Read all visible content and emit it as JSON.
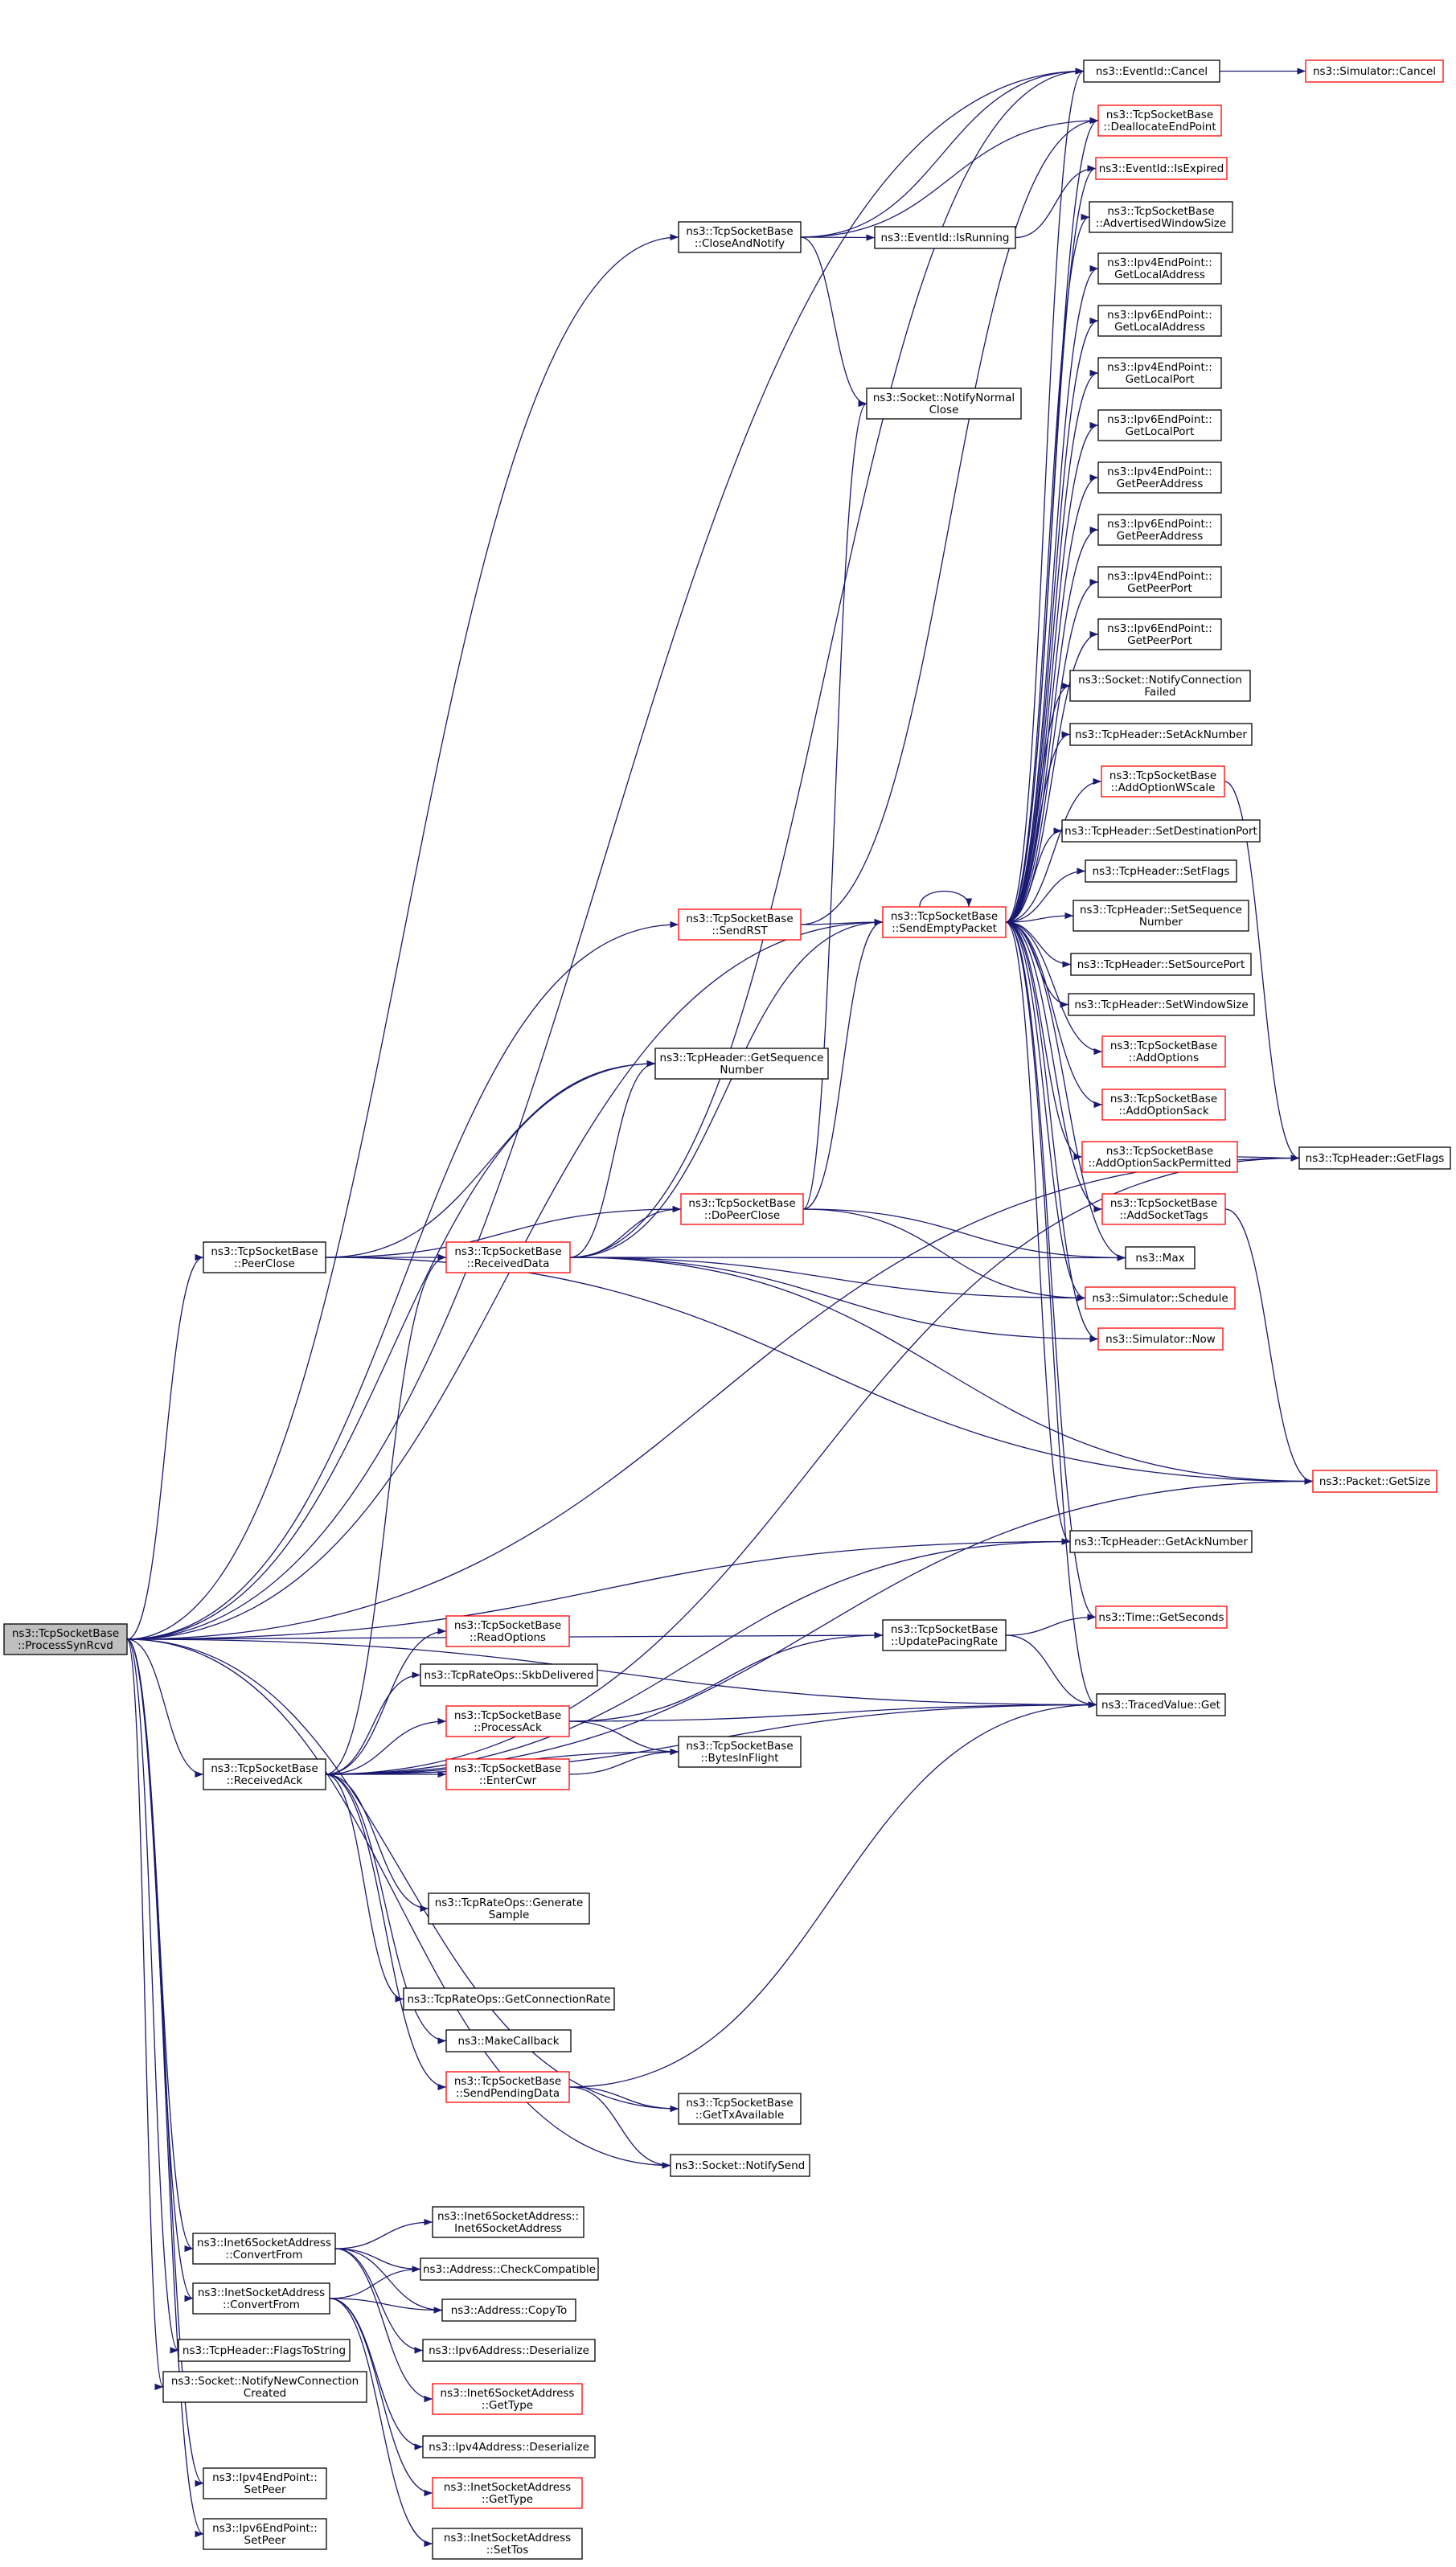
{
  "graph": {
    "title": "",
    "colors": {
      "edge": "#191970",
      "node_border_normal": "#000000",
      "node_border_red": "#ff0000",
      "root_fill": "#bfbfbf",
      "node_fill": "#ffffff"
    },
    "nodes": [
      {
        "id": "root",
        "lines": [
          "ns3::TcpSocketBase",
          "::ProcessSynRcvd"
        ],
        "style": "root"
      },
      {
        "id": "cancel",
        "lines": [
          "ns3::EventId::Cancel"
        ],
        "style": "normal"
      },
      {
        "id": "simcancel",
        "lines": [
          "ns3::Simulator::Cancel"
        ],
        "style": "red"
      },
      {
        "id": "dealloc",
        "lines": [
          "ns3::TcpSocketBase",
          "::DeallocateEndPoint"
        ],
        "style": "red"
      },
      {
        "id": "isexpired",
        "lines": [
          "ns3::EventId::IsExpired"
        ],
        "style": "red"
      },
      {
        "id": "closeandnotify",
        "lines": [
          "ns3::TcpSocketBase",
          "::CloseAndNotify"
        ],
        "style": "normal"
      },
      {
        "id": "isrunning",
        "lines": [
          "ns3::EventId::IsRunning"
        ],
        "style": "normal"
      },
      {
        "id": "advwin",
        "lines": [
          "ns3::TcpSocketBase",
          "::AdvertisedWindowSize"
        ],
        "style": "normal"
      },
      {
        "id": "ipv4local",
        "lines": [
          "ns3::Ipv4EndPoint::",
          "GetLocalAddress"
        ],
        "style": "normal"
      },
      {
        "id": "ipv6local",
        "lines": [
          "ns3::Ipv6EndPoint::",
          "GetLocalAddress"
        ],
        "style": "normal"
      },
      {
        "id": "ipv4lport",
        "lines": [
          "ns3::Ipv4EndPoint::",
          "GetLocalPort"
        ],
        "style": "normal"
      },
      {
        "id": "notifyclose",
        "lines": [
          "ns3::Socket::NotifyNormal",
          "Close"
        ],
        "style": "normal"
      },
      {
        "id": "ipv6lport",
        "lines": [
          "ns3::Ipv6EndPoint::",
          "GetLocalPort"
        ],
        "style": "normal"
      },
      {
        "id": "ipv4peer",
        "lines": [
          "ns3::Ipv4EndPoint::",
          "GetPeerAddress"
        ],
        "style": "normal"
      },
      {
        "id": "ipv6peer",
        "lines": [
          "ns3::Ipv6EndPoint::",
          "GetPeerAddress"
        ],
        "style": "normal"
      },
      {
        "id": "ipv4pport",
        "lines": [
          "ns3::Ipv4EndPoint::",
          "GetPeerPort"
        ],
        "style": "normal"
      },
      {
        "id": "ipv6pport",
        "lines": [
          "ns3::Ipv6EndPoint::",
          "GetPeerPort"
        ],
        "style": "normal"
      },
      {
        "id": "notifyconnfail",
        "lines": [
          "ns3::Socket::NotifyConnection",
          "Failed"
        ],
        "style": "normal"
      },
      {
        "id": "setack",
        "lines": [
          "ns3::TcpHeader::SetAckNumber"
        ],
        "style": "normal"
      },
      {
        "id": "addwscale",
        "lines": [
          "ns3::TcpSocketBase",
          "::AddOptionWScale"
        ],
        "style": "red"
      },
      {
        "id": "setdport",
        "lines": [
          "ns3::TcpHeader::SetDestinationPort"
        ],
        "style": "normal"
      },
      {
        "id": "setflags",
        "lines": [
          "ns3::TcpHeader::SetFlags"
        ],
        "style": "normal"
      },
      {
        "id": "sendrst",
        "lines": [
          "ns3::TcpSocketBase",
          "::SendRST"
        ],
        "style": "red"
      },
      {
        "id": "sendempty",
        "lines": [
          "ns3::TcpSocketBase",
          "::SendEmptyPacket"
        ],
        "style": "red"
      },
      {
        "id": "setseq",
        "lines": [
          "ns3::TcpHeader::SetSequence",
          "Number"
        ],
        "style": "normal"
      },
      {
        "id": "setsport",
        "lines": [
          "ns3::TcpHeader::SetSourcePort"
        ],
        "style": "normal"
      },
      {
        "id": "setwin",
        "lines": [
          "ns3::TcpHeader::SetWindowSize"
        ],
        "style": "normal"
      },
      {
        "id": "addoptions",
        "lines": [
          "ns3::TcpSocketBase",
          "::AddOptions"
        ],
        "style": "red"
      },
      {
        "id": "getseq",
        "lines": [
          "ns3::TcpHeader::GetSequence",
          "Number"
        ],
        "style": "normal"
      },
      {
        "id": "addsack",
        "lines": [
          "ns3::TcpSocketBase",
          "::AddOptionSack"
        ],
        "style": "red"
      },
      {
        "id": "addsackperm",
        "lines": [
          "ns3::TcpSocketBase",
          "::AddOptionSackPermitted"
        ],
        "style": "red"
      },
      {
        "id": "getflags",
        "lines": [
          "ns3::TcpHeader::GetFlags"
        ],
        "style": "normal"
      },
      {
        "id": "addtags",
        "lines": [
          "ns3::TcpSocketBase",
          "::AddSocketTags"
        ],
        "style": "red"
      },
      {
        "id": "dopeerclose",
        "lines": [
          "ns3::TcpSocketBase",
          "::DoPeerClose"
        ],
        "style": "red"
      },
      {
        "id": "peerclose",
        "lines": [
          "ns3::TcpSocketBase",
          "::PeerClose"
        ],
        "style": "normal"
      },
      {
        "id": "receiveddata",
        "lines": [
          "ns3::TcpSocketBase",
          "::ReceivedData"
        ],
        "style": "red"
      },
      {
        "id": "max",
        "lines": [
          "ns3::Max"
        ],
        "style": "normal"
      },
      {
        "id": "schedule",
        "lines": [
          "ns3::Simulator::Schedule"
        ],
        "style": "red"
      },
      {
        "id": "now",
        "lines": [
          "ns3::Simulator::Now"
        ],
        "style": "red"
      },
      {
        "id": "getsize",
        "lines": [
          "ns3::Packet::GetSize"
        ],
        "style": "red"
      },
      {
        "id": "getacknum",
        "lines": [
          "ns3::TcpHeader::GetAckNumber"
        ],
        "style": "normal"
      },
      {
        "id": "readoptions",
        "lines": [
          "ns3::TcpSocketBase",
          "::ReadOptions"
        ],
        "style": "red"
      },
      {
        "id": "updatepacing",
        "lines": [
          "ns3::TcpSocketBase",
          "::UpdatePacingRate"
        ],
        "style": "normal"
      },
      {
        "id": "getseconds",
        "lines": [
          "ns3::Time::GetSeconds"
        ],
        "style": "red"
      },
      {
        "id": "skbdelivered",
        "lines": [
          "ns3::TcpRateOps::SkbDelivered"
        ],
        "style": "normal"
      },
      {
        "id": "processack",
        "lines": [
          "ns3::TcpSocketBase",
          "::ProcessAck"
        ],
        "style": "red"
      },
      {
        "id": "tracedget",
        "lines": [
          "ns3::TracedValue::Get"
        ],
        "style": "normal"
      },
      {
        "id": "receivedack",
        "lines": [
          "ns3::TcpSocketBase",
          "::ReceivedAck"
        ],
        "style": "normal"
      },
      {
        "id": "entercwr",
        "lines": [
          "ns3::TcpSocketBase",
          "::EnterCwr"
        ],
        "style": "red"
      },
      {
        "id": "bytesinflight",
        "lines": [
          "ns3::TcpSocketBase",
          "::BytesInFlight"
        ],
        "style": "normal"
      },
      {
        "id": "gensample",
        "lines": [
          "ns3::TcpRateOps::Generate",
          "Sample"
        ],
        "style": "normal"
      },
      {
        "id": "getconnrate",
        "lines": [
          "ns3::TcpRateOps::GetConnectionRate"
        ],
        "style": "normal"
      },
      {
        "id": "makecallback",
        "lines": [
          "ns3::MakeCallback"
        ],
        "style": "normal"
      },
      {
        "id": "sendpending",
        "lines": [
          "ns3::TcpSocketBase",
          "::SendPendingData"
        ],
        "style": "red"
      },
      {
        "id": "gettxavail",
        "lines": [
          "ns3::TcpSocketBase",
          "::GetTxAvailable"
        ],
        "style": "normal"
      },
      {
        "id": "notifysend",
        "lines": [
          "ns3::Socket::NotifySend"
        ],
        "style": "normal"
      },
      {
        "id": "inet6ctor",
        "lines": [
          "ns3::Inet6SocketAddress::",
          "Inet6SocketAddress"
        ],
        "style": "normal"
      },
      {
        "id": "inet6conv",
        "lines": [
          "ns3::Inet6SocketAddress",
          "::ConvertFrom"
        ],
        "style": "normal"
      },
      {
        "id": "checkcompat",
        "lines": [
          "ns3::Address::CheckCompatible"
        ],
        "style": "normal"
      },
      {
        "id": "inetconv",
        "lines": [
          "ns3::InetSocketAddress",
          "::ConvertFrom"
        ],
        "style": "normal"
      },
      {
        "id": "copyto",
        "lines": [
          "ns3::Address::CopyTo"
        ],
        "style": "normal"
      },
      {
        "id": "flagstostr",
        "lines": [
          "ns3::TcpHeader::FlagsToString"
        ],
        "style": "normal"
      },
      {
        "id": "ipv6deser",
        "lines": [
          "ns3::Ipv6Address::Deserialize"
        ],
        "style": "normal"
      },
      {
        "id": "notifynewconn",
        "lines": [
          "ns3::Socket::NotifyNewConnection",
          "Created"
        ],
        "style": "normal"
      },
      {
        "id": "inet6type",
        "lines": [
          "ns3::Inet6SocketAddress",
          "::GetType"
        ],
        "style": "red"
      },
      {
        "id": "ipv4deser",
        "lines": [
          "ns3::Ipv4Address::Deserialize"
        ],
        "style": "normal"
      },
      {
        "id": "ipv4setpeer",
        "lines": [
          "ns3::Ipv4EndPoint::",
          "SetPeer"
        ],
        "style": "normal"
      },
      {
        "id": "inettype",
        "lines": [
          "ns3::InetSocketAddress",
          "::GetType"
        ],
        "style": "red"
      },
      {
        "id": "ipv6setpeer",
        "lines": [
          "ns3::Ipv6EndPoint::",
          "SetPeer"
        ],
        "style": "normal"
      },
      {
        "id": "settos",
        "lines": [
          "ns3::InetSocketAddress",
          "::SetTos"
        ],
        "style": "normal"
      }
    ]
  }
}
